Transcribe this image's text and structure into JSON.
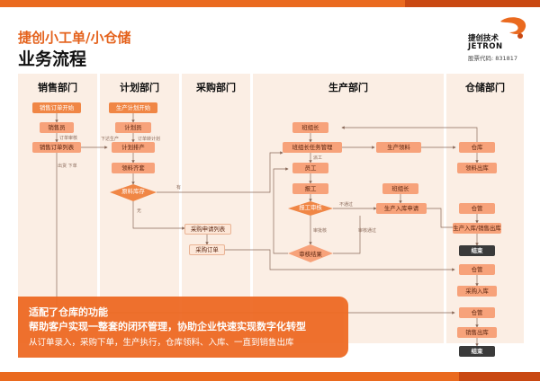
{
  "header": {
    "subtitle": "捷创小工单/小仓储",
    "title": "业务流程",
    "logo_cn": "捷创技术",
    "logo_en": "JETRON",
    "stock_code": "股票代码: 831817"
  },
  "lanes": [
    "销售部门",
    "计划部门",
    "采购部门",
    "生产部门",
    "仓储部门"
  ],
  "nodes": {
    "sales_start": "销售订单开始",
    "sales_staff": "销售员",
    "sales_list": "销售订单列表",
    "plan_start": "生产计划开始",
    "planner": "计划员",
    "plan_order": "计划排产",
    "mat_ready": "领料齐套",
    "stock_check": "原料库存",
    "purchase_req": "采购申请列表",
    "purchase_order": "采购订单",
    "team_leader_top": "班组长",
    "task_manage": "班组长任务管理",
    "prod_pick": "生产领料",
    "staff": "员工",
    "report": "报工",
    "report_review": "报工审核",
    "team_leader_mid": "班组长",
    "prod_inbound_req": "生产入库申请",
    "review_result": "审核结果",
    "wh_1": "仓库",
    "wh_pick_out": "领料出库",
    "wh_keeper_1": "仓管",
    "wh_prod_in": "生产入库/销售出库",
    "end_1": "结束",
    "wh_keeper_2": "仓管",
    "wh_purchase_in": "采购入库",
    "wh_keeper_3": "仓管",
    "wh_sales_out": "销售出库",
    "end_2": "结束"
  },
  "edge_labels": {
    "order_review": "订单审核",
    "issue_plan": "下达生产",
    "order_plan": "订单转计划",
    "sales_ship": "出货 下单",
    "yes": "有",
    "no": "无",
    "dispatch": "派工",
    "not_pass": "不通过",
    "pass": "审核通过",
    "approve": "审批核"
  },
  "overlay": {
    "line1": "适配了仓库的功能",
    "line2": "帮助客户实现一整套的闭环管理，协助企业快速实现数字化转型",
    "line3": "从订单录入，采购下单，生产执行，仓库领料、入库、一直到销售出库"
  },
  "colors": {
    "accent": "#ea6a1f",
    "accent_dark": "#c94812",
    "lane_bg": "#fbeee4",
    "node": "#f7a27a",
    "end": "#3a3a3a"
  }
}
